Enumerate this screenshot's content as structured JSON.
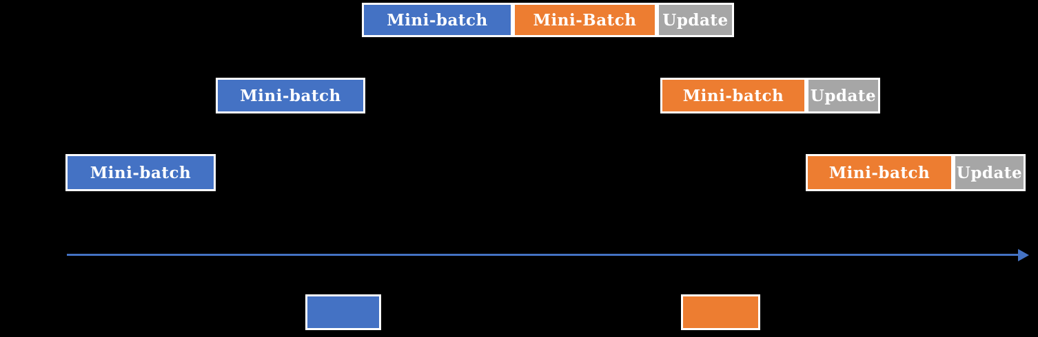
{
  "colors": {
    "background": "#000000",
    "blue": "#4472C4",
    "orange": "#ED7D31",
    "gray": "#A6A6A6",
    "box_border": "#FFFFFF",
    "text": "#FFFFFF",
    "arrow": "#4472C4"
  },
  "groups": {
    "top": {
      "boxes": [
        {
          "label": "Mini-batch",
          "color": "blue"
        },
        {
          "label": "Mini-Batch",
          "color": "orange"
        },
        {
          "label": "Update",
          "color": "gray"
        }
      ]
    },
    "middle_left": {
      "boxes": [
        {
          "label": "Mini-batch",
          "color": "blue"
        }
      ]
    },
    "middle_right": {
      "boxes": [
        {
          "label": "Mini-batch",
          "color": "orange"
        },
        {
          "label": "Update",
          "color": "gray"
        }
      ]
    },
    "bottom_left": {
      "boxes": [
        {
          "label": "Mini-batch",
          "color": "blue"
        }
      ]
    },
    "bottom_right": {
      "boxes": [
        {
          "label": "Mini-batch",
          "color": "orange"
        },
        {
          "label": "Update",
          "color": "gray"
        }
      ]
    }
  },
  "arrow": {
    "direction": "right"
  },
  "legend": {
    "swatches": [
      {
        "color": "blue"
      },
      {
        "color": "orange"
      }
    ]
  }
}
